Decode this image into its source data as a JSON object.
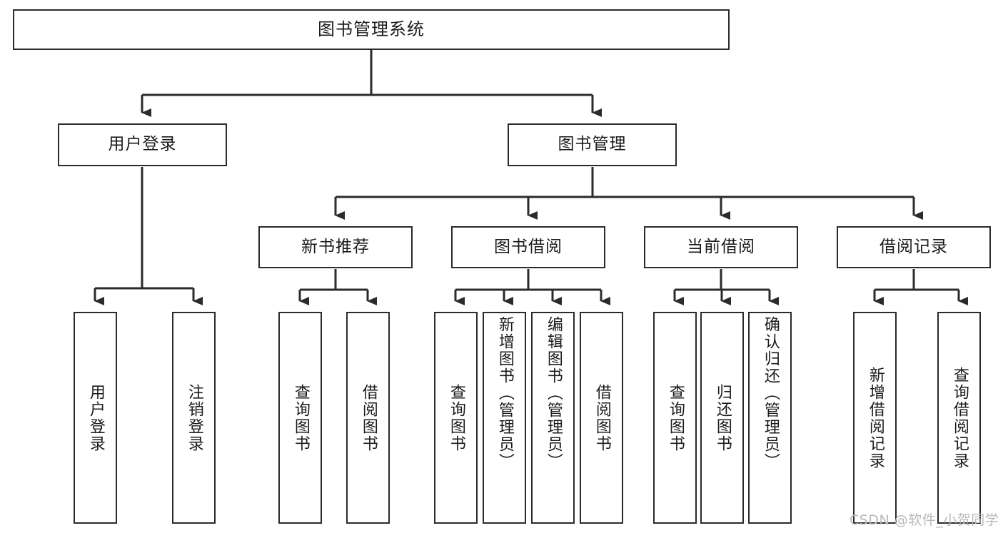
{
  "diagram": {
    "type": "tree",
    "title": "图书管理系统",
    "style": {
      "box_border_color": "#2b2b2b",
      "box_fill_color": "#ffffff",
      "connector_color": "#2b2b2b",
      "text_color": "#1b1b1b",
      "background": "#ffffff"
    },
    "root": {
      "label": "图书管理系统"
    },
    "level2": [
      {
        "label": "用户登录"
      },
      {
        "label": "图书管理"
      }
    ],
    "level3": [
      {
        "label": "新书推荐"
      },
      {
        "label": "图书借阅"
      },
      {
        "label": "当前借阅"
      },
      {
        "label": "借阅记录"
      }
    ],
    "leaves": {
      "user_login": [
        {
          "label": "用户登录"
        },
        {
          "label": "注销登录"
        }
      ],
      "new_book_recommend": [
        {
          "label": "查询图书"
        },
        {
          "label": "借阅图书"
        }
      ],
      "book_borrow": [
        {
          "label": "查询图书"
        },
        {
          "label": "新增图书（管理员）"
        },
        {
          "label": "编辑图书（管理员）"
        },
        {
          "label": "借阅图书"
        }
      ],
      "current_borrow": [
        {
          "label": "查询图书"
        },
        {
          "label": "归还图书"
        },
        {
          "label": "确认归还（管理员）"
        }
      ],
      "borrow_record": [
        {
          "label": "新增借阅记录"
        },
        {
          "label": "查询借阅记录"
        }
      ]
    }
  },
  "watermark": {
    "text": "CSDN @软件_小贺同学"
  }
}
